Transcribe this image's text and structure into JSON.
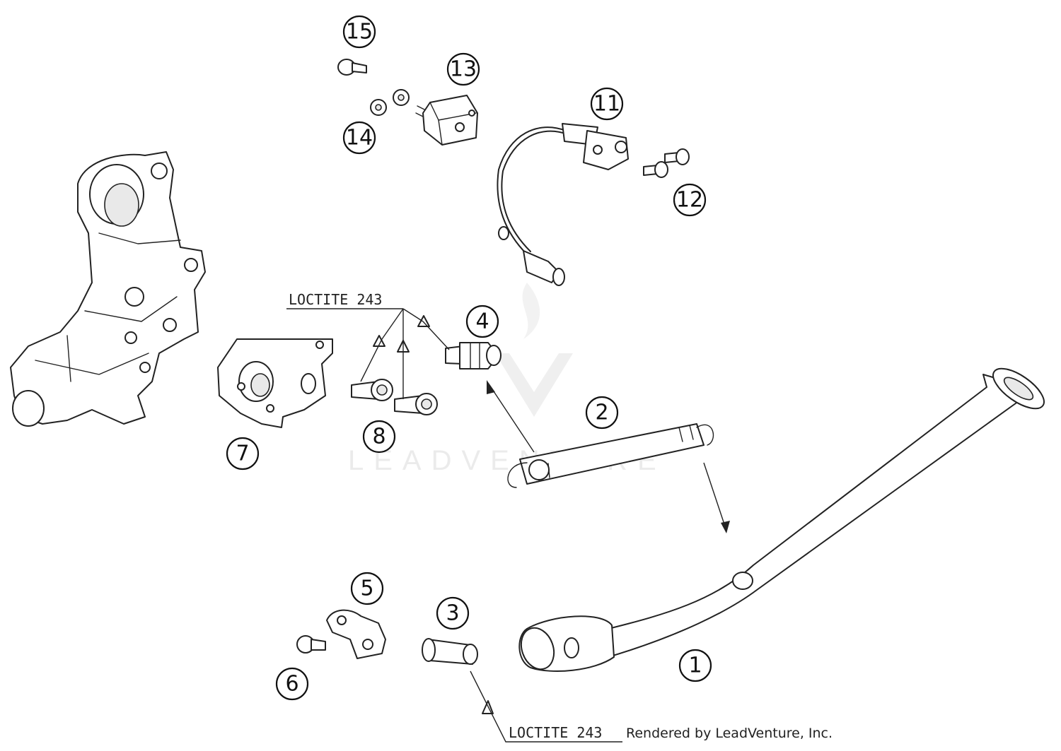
{
  "diagram": {
    "callouts": {
      "c1": "1",
      "c2": "2",
      "c3": "3",
      "c4": "4",
      "c5": "5",
      "c6": "6",
      "c7": "7",
      "c8": "8",
      "c11": "11",
      "c12": "12",
      "c13": "13",
      "c14": "14",
      "c15": "15"
    },
    "notes": {
      "upper": "LOCTITE 243",
      "lower": "LOCTITE 243"
    },
    "watermark": "LEADVENTURE",
    "credit": "Rendered by LeadVenture, Inc."
  }
}
